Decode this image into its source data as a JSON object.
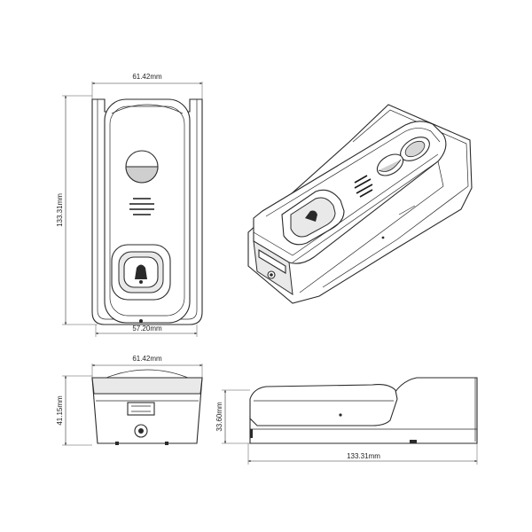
{
  "front_view": {
    "top_width": "61.42mm",
    "height": "133.31mm",
    "bottom_width": "57.20mm"
  },
  "bottom_view": {
    "width": "61.42mm",
    "depth": "41.15mm"
  },
  "side_view": {
    "height": "33.60mm",
    "length": "133.31mm"
  }
}
